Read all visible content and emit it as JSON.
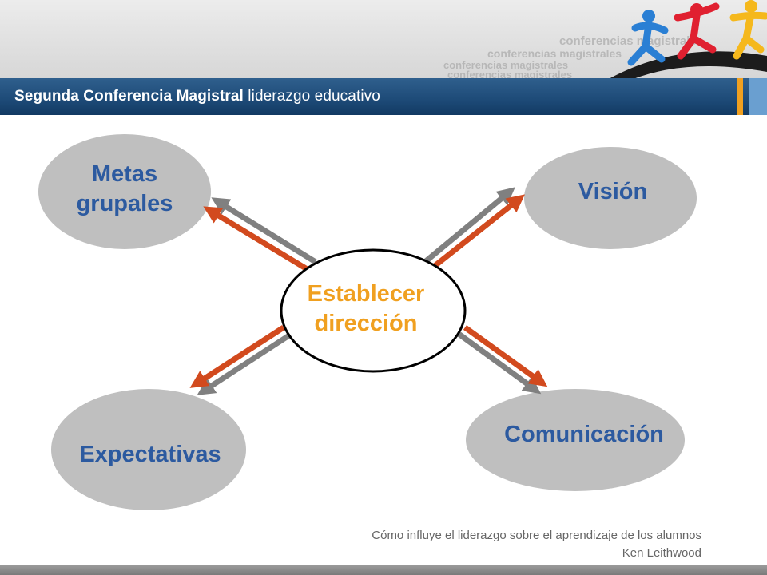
{
  "header": {
    "watermark_text": "conferencias magistrales",
    "title_bold": "Segunda Conferencia Magistral",
    "title_rest": " liderazgo educativo"
  },
  "diagram": {
    "center": {
      "line1": "Establecer",
      "line2": "dirección"
    },
    "nodes": {
      "top_left": {
        "line1": "Metas",
        "line2": "grupales"
      },
      "top_right": {
        "line1": "Visión"
      },
      "bottom_left": {
        "line1": "Expectativas"
      },
      "bottom_right": {
        "line1": "Comunicación"
      }
    }
  },
  "footer": {
    "line1": "Cómo influye el liderazgo sobre el aprendizaje de los alumnos",
    "line2": "Ken Leithwood"
  },
  "colors": {
    "title_bar": "#1d4a77",
    "accent_orange": "#f0a020",
    "node_fill": "#bfbfbf",
    "node_text": "#2c5aa0",
    "arrow_red": "#d24a1e",
    "arrow_gray": "#808080"
  }
}
